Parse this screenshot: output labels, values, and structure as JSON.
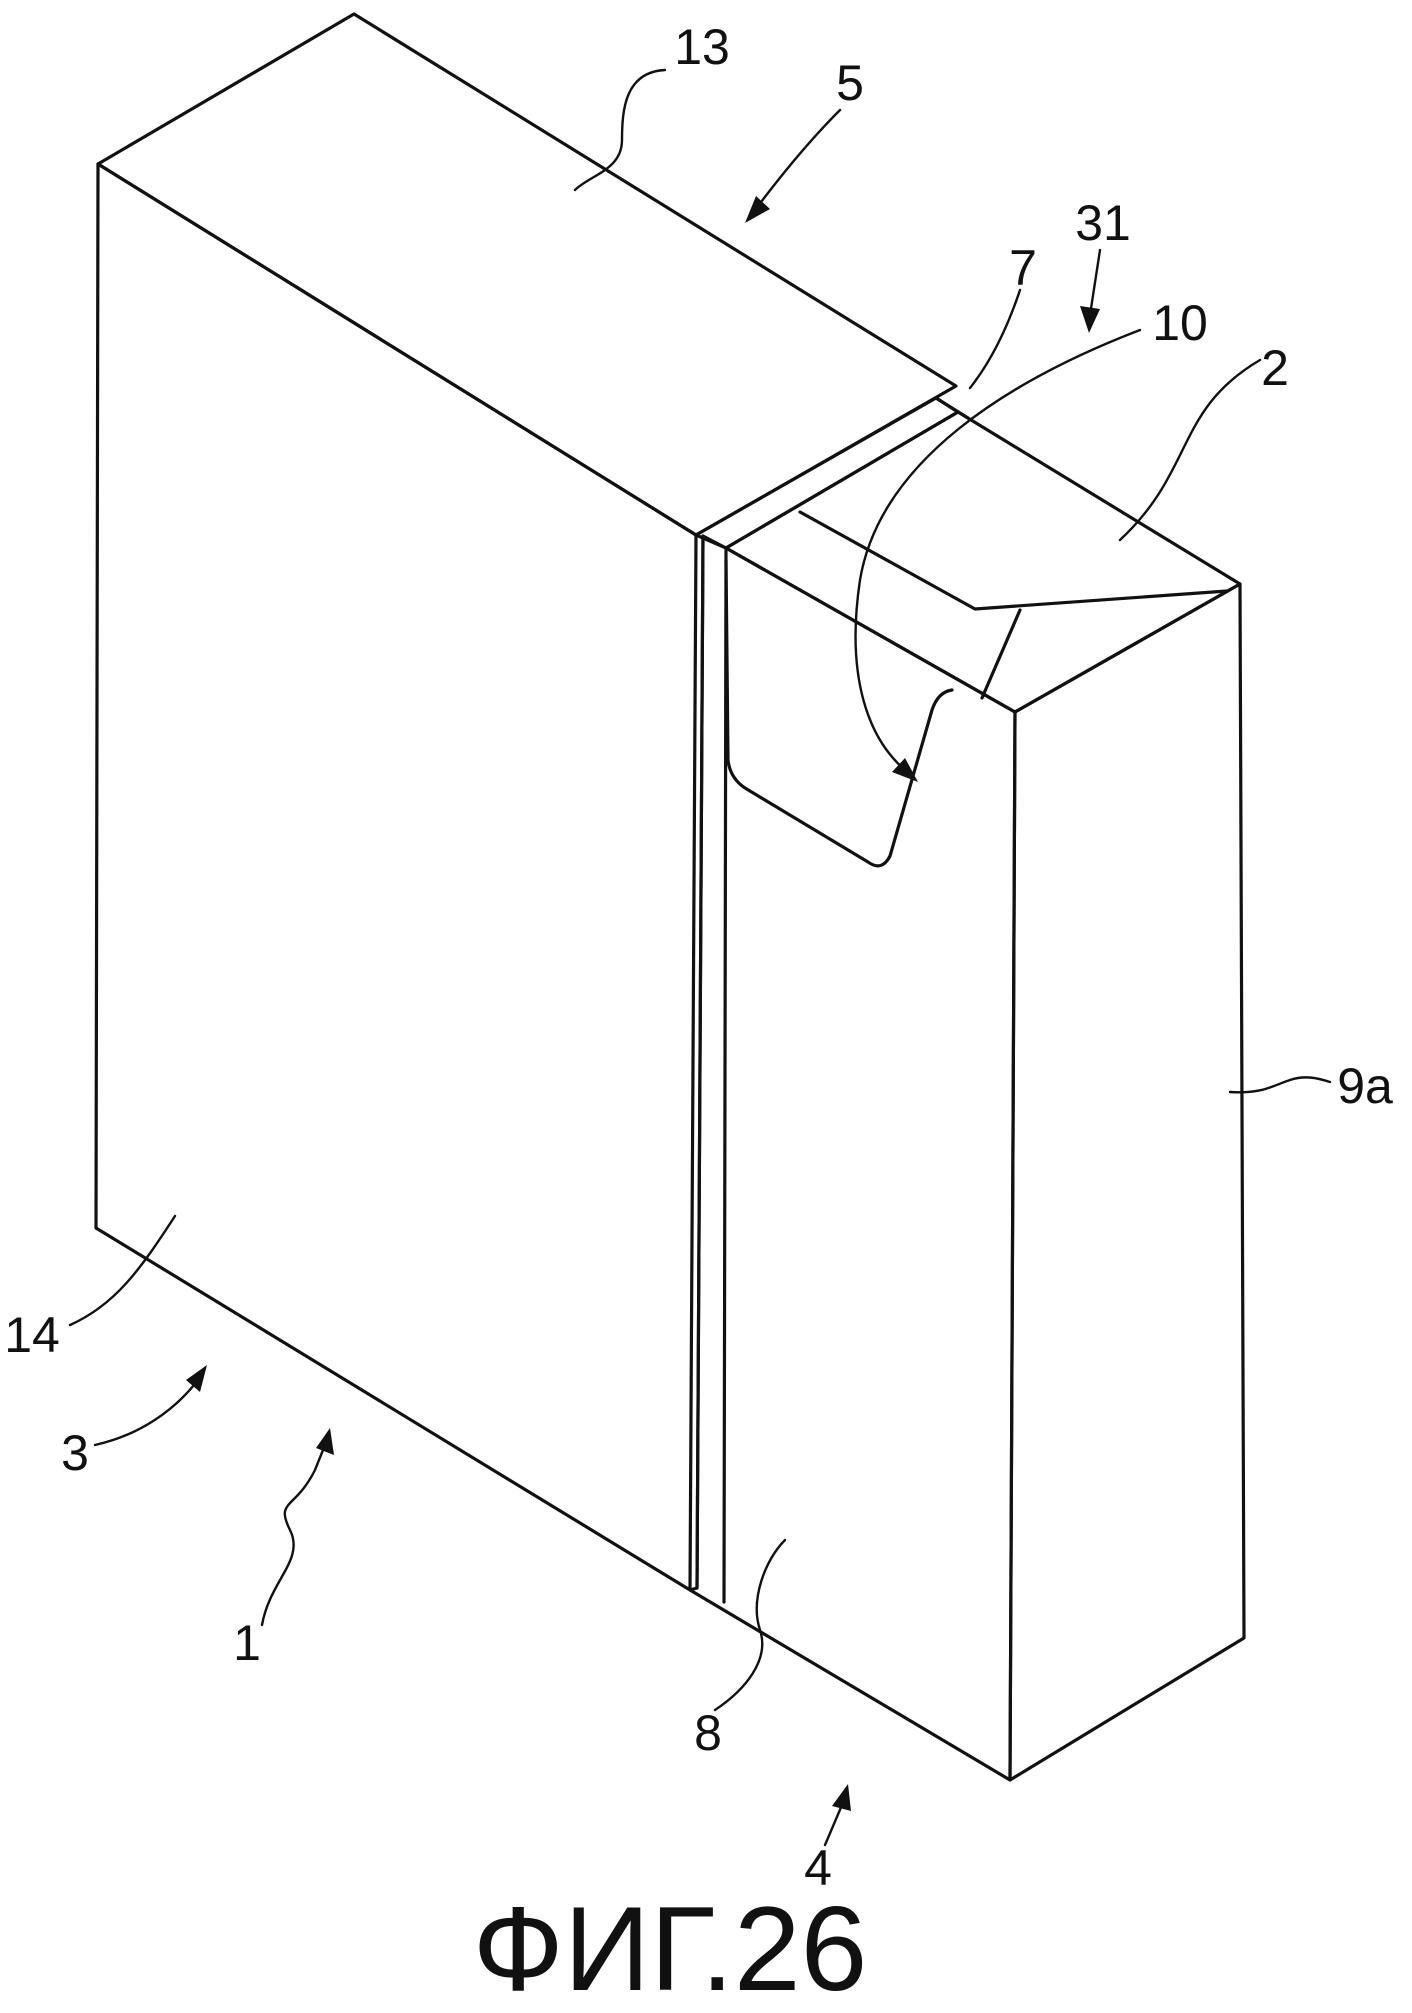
{
  "figure": {
    "caption": "ФИГ.26",
    "labels": {
      "l13": "13",
      "l5": "5",
      "l31": "31",
      "l7": "7",
      "l10": "10",
      "l2": "2",
      "l9a": "9a",
      "l14": "14",
      "l3": "3",
      "l1": "1",
      "l8": "8",
      "l4": "4"
    }
  }
}
